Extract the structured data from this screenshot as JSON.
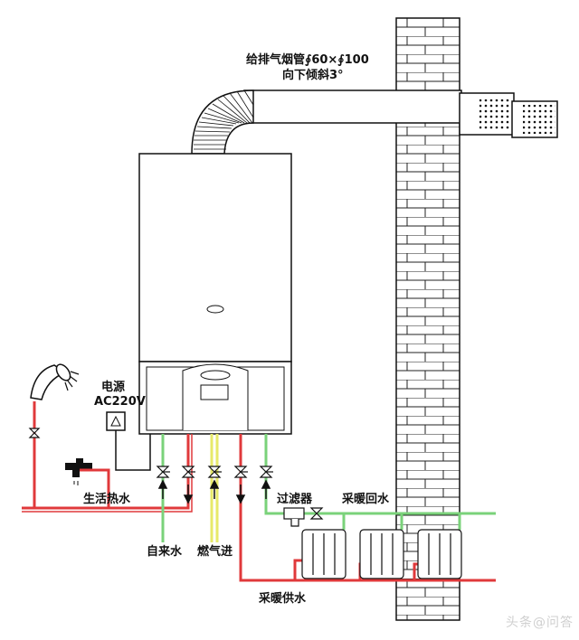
{
  "flue_label_line1": "给排气烟管∮60×∮100",
  "flue_label_line2": "向下倾斜3°",
  "power_label_line1": "电源",
  "power_label_line2": "AC220V",
  "labels": {
    "hot_water": "生活热水",
    "cold_in": "自来水",
    "gas_in": "燃气进",
    "filter": "过滤器",
    "heating_return": "采暖回水",
    "heating_supply": "采暖供水"
  },
  "watermark": "头条@问答",
  "colors": {
    "hot_pipe": "#e0393b",
    "cold_pipe": "#7ad27a",
    "gas_pipe": "#e7e96a",
    "outline": "#1a1a1a"
  }
}
